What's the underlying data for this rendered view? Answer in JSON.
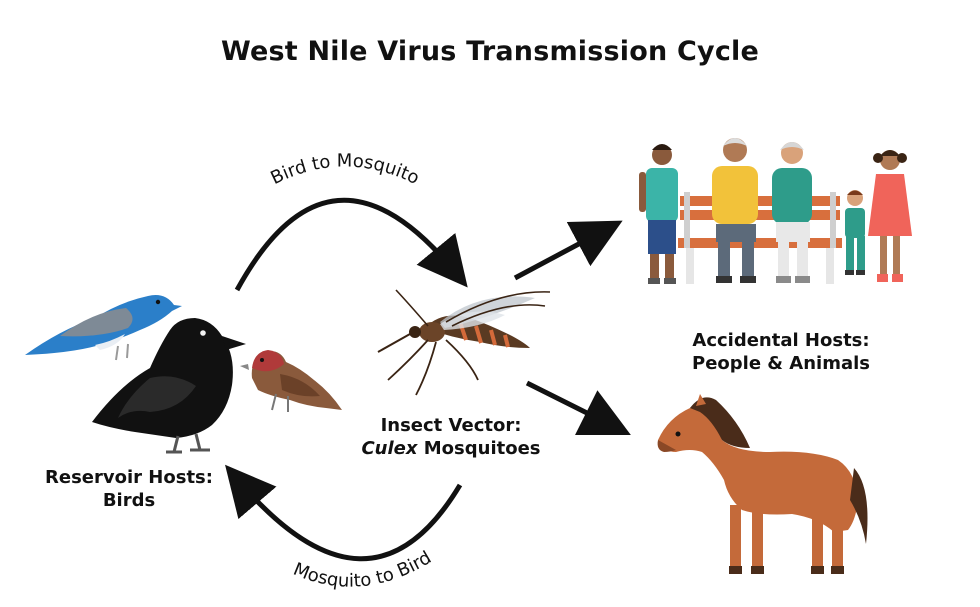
{
  "title": "West Nile Virus Transmission Cycle",
  "arrows": {
    "top": "Bird to Mosquito",
    "bottom": "Mosquito to Bird"
  },
  "labels": {
    "reservoir": {
      "line1": "Reservoir Hosts:",
      "line2": "Birds"
    },
    "vector": {
      "line1": "Insect Vector:",
      "italic": "Culex",
      "rest": " Mosquitoes"
    },
    "accidental": {
      "line1": "Accidental Hosts:",
      "line2": "People & Animals"
    }
  },
  "colors": {
    "arrow": "#111111",
    "bluebird": "#2b7fc9",
    "crow": "#111111",
    "finch_head": "#b03a3a",
    "finch_body": "#8a5a3c",
    "mosquito": "#5a3a22",
    "mosquito_band": "#d46a3a",
    "bench": "#d86f3d",
    "horse": "#c46a3a",
    "horse_mane": "#4a2c1a"
  },
  "icons": [
    "bluebird-icon",
    "crow-icon",
    "finch-icon",
    "mosquito-icon",
    "family-on-bench-icon",
    "horse-icon"
  ]
}
